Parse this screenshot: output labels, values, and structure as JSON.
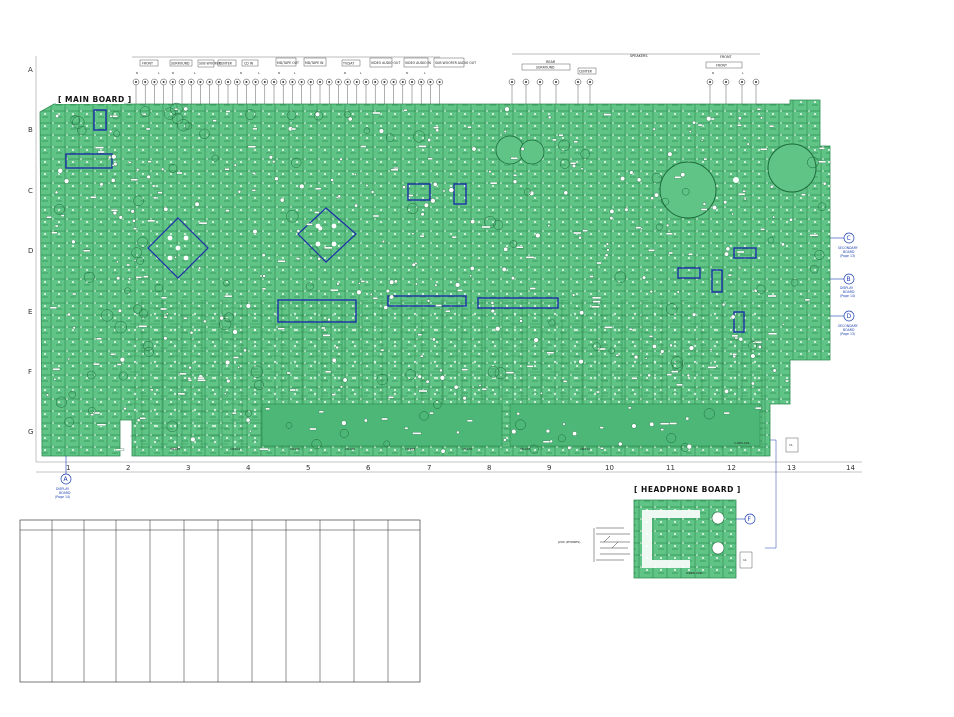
{
  "diagram": {
    "row_letters": [
      "A",
      "B",
      "C",
      "D",
      "E",
      "F",
      "G"
    ],
    "column_numbers": [
      "1",
      "2",
      "3",
      "4",
      "5",
      "6",
      "7",
      "8",
      "9",
      "10",
      "11",
      "12",
      "13",
      "14"
    ],
    "main_board_title": "[ MAIN BOARD ]",
    "headphone_board_title": "[ HEADPHONE BOARD ]",
    "speakers_label": "SPEAKERS",
    "rear_label": "REAR",
    "front_label": "FRONT",
    "input_connectors": [
      "FRONT",
      "SURROUND",
      "SUB WOOFER",
      "CENTER",
      "CD IN",
      "MD/TAPE OUT",
      "MD/TAPE IN",
      "TV/SAT",
      "VIDEO AUDIO OUT",
      "VIDEO AUDIO IN",
      "SUB WOOFER AUDIO OUT"
    ],
    "channel_marks": [
      "R",
      "L",
      "R",
      "L",
      "R",
      "L",
      "R",
      "L",
      "R",
      "L",
      "R",
      "L"
    ],
    "speaker_rear_group": "SURROUND",
    "speaker_center": "CENTER",
    "speaker_front_marks": [
      "R",
      "L"
    ],
    "ext_connections": [
      {
        "letter": "A",
        "line1": "DISPLAY",
        "line2": "BOARD",
        "line3": "(Page 14)"
      },
      {
        "letter": "C",
        "line1": "SECONDARY",
        "line2": "BOARD",
        "line3": "(Page 13)"
      },
      {
        "letter": "B",
        "line1": "DISPLAY",
        "line2": "BOARD",
        "line3": "(Page 14)"
      },
      {
        "letter": "D",
        "line1": "SECONDARY",
        "line2": "BOARD",
        "line3": "(Page 13)"
      },
      {
        "letter": "F",
        "line1": "",
        "line2": "",
        "line3": ""
      }
    ],
    "main_board_code": "1-680-491-",
    "headphone_board_code": "1-680-490-",
    "phones_jack": "J290 (PHONES)",
    "part_ref_main": "11",
    "part_ref_headphone": "11",
    "bottom_connector_labels": [
      "CN103",
      "CN104",
      "CN105",
      "CN106",
      "CN107",
      "CN108",
      "CN109",
      "CN110"
    ]
  },
  "colors": {
    "board_green": "#5fc486",
    "trace_green": "#2e8c50",
    "pad_white": "#ffffff",
    "highlight_blue": "#1c2fa8",
    "ext_blue": "#1a3fb0"
  }
}
